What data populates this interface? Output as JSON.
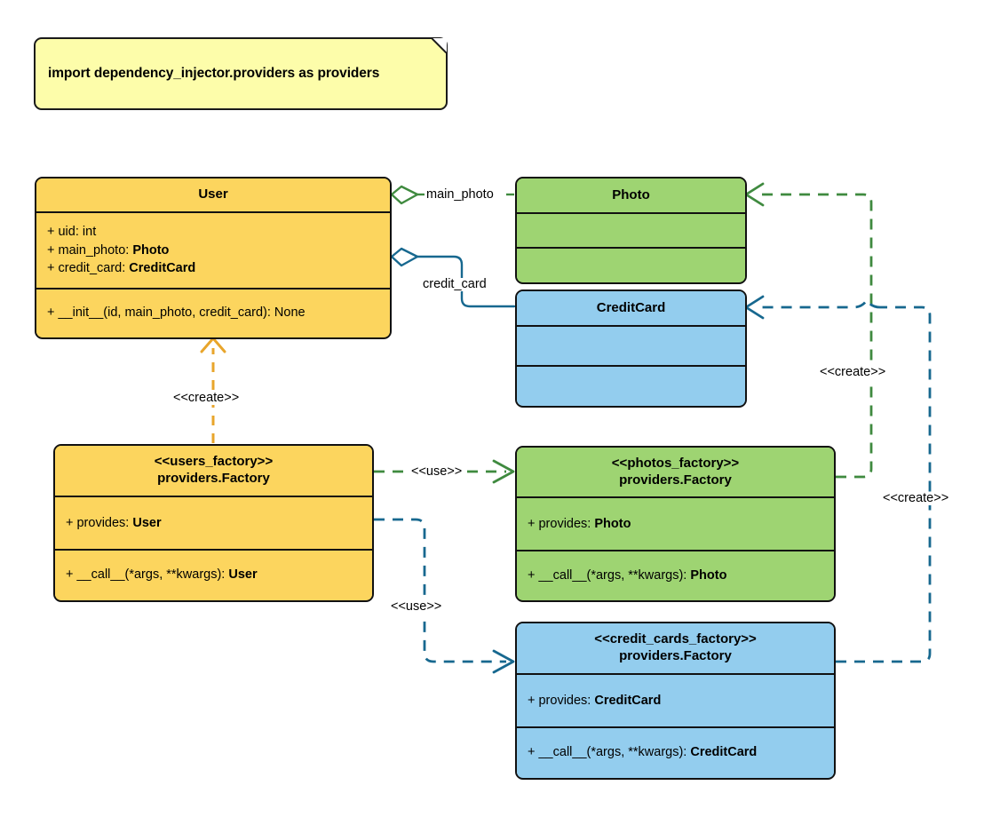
{
  "diagram": {
    "type": "uml-class-diagram",
    "title": "dependency_injector providers factory class diagram",
    "colors": {
      "yellow": "#fcd55e",
      "green": "#9ed472",
      "blue": "#93cdee",
      "note": "#fdfdaa",
      "outline": "#111111",
      "edge_yellow": "#e8a52b",
      "edge_green": "#3f8a3f",
      "edge_blue": "#17688f"
    }
  },
  "note": {
    "name": "import-note",
    "text": "import dependency_injector.providers as providers"
  },
  "classes": [
    {
      "id": "user",
      "name": "User",
      "stereotype": "",
      "color": "yellow",
      "attributes": [
        {
          "text": "+ uid: int",
          "plain": "+ uid: ",
          "bold": ""
        },
        {
          "text": "+ main_photo: Photo",
          "plain": "+ main_photo: ",
          "bold": "Photo"
        },
        {
          "text": "+ credit_card: CreditCard",
          "plain": "+ credit_card: ",
          "bold": "CreditCard"
        }
      ],
      "methods": [
        {
          "text": "+ __init__(id, main_photo, credit_card): None",
          "plain": "+ __init__(id, main_photo, credit_card): None",
          "bold": ""
        }
      ]
    },
    {
      "id": "photo",
      "name": "Photo",
      "stereotype": "",
      "color": "green",
      "attributes": [],
      "methods": []
    },
    {
      "id": "credit_card",
      "name": "CreditCard",
      "stereotype": "",
      "color": "blue",
      "attributes": [],
      "methods": []
    },
    {
      "id": "users_factory",
      "name": "providers.Factory",
      "stereotype": "<<users_factory>>",
      "color": "yellow",
      "attributes": [
        {
          "text": "+ provides: User",
          "plain": "+ provides: ",
          "bold": "User"
        }
      ],
      "methods": [
        {
          "text": "+ __call__(*args, **kwargs): User",
          "plain": "+ __call__(*args, **kwargs): ",
          "bold": "User"
        }
      ]
    },
    {
      "id": "photos_factory",
      "name": "providers.Factory",
      "stereotype": "<<photos_factory>>",
      "color": "green",
      "attributes": [
        {
          "text": "+ provides: Photo",
          "plain": "+ provides: ",
          "bold": "Photo"
        }
      ],
      "methods": [
        {
          "text": "+ __call__(*args, **kwargs): Photo",
          "plain": "+ __call__(*args, **kwargs): ",
          "bold": "Photo"
        }
      ]
    },
    {
      "id": "credit_cards_factory",
      "name": "providers.Factory",
      "stereotype": "<<credit_cards_factory>>",
      "color": "blue",
      "attributes": [
        {
          "text": "+ provides: CreditCard",
          "plain": "+ provides: ",
          "bold": "CreditCard"
        }
      ],
      "methods": [
        {
          "text": "+ __call__(*args, **kwargs): CreditCard",
          "plain": "+ __call__(*args, **kwargs): ",
          "bold": "CreditCard"
        }
      ]
    }
  ],
  "edges": [
    {
      "id": "user-main_photo-photo",
      "label": "main_photo",
      "kind": "aggregation",
      "color": "#3f8a3f",
      "from": "user",
      "to": "photo"
    },
    {
      "id": "user-credit_card-creditcard",
      "label": "credit_card",
      "kind": "aggregation",
      "color": "#17688f",
      "from": "user",
      "to": "credit_card"
    },
    {
      "id": "usersfactory-create-user",
      "label": "<<create>>",
      "kind": "dependency",
      "color": "#e8a52b",
      "from": "users_factory",
      "to": "user"
    },
    {
      "id": "usersfactory-use-photosfactory",
      "label": "<<use>>",
      "kind": "dependency",
      "color": "#3f8a3f",
      "from": "users_factory",
      "to": "photos_factory"
    },
    {
      "id": "usersfactory-use-ccfactory",
      "label": "<<use>>",
      "kind": "dependency",
      "color": "#17688f",
      "from": "users_factory",
      "to": "credit_cards_factory"
    },
    {
      "id": "photosfactory-create-photo",
      "label": "<<create>>",
      "kind": "dependency",
      "color": "#3f8a3f",
      "from": "photos_factory",
      "to": "photo"
    },
    {
      "id": "ccfactory-create-creditcard",
      "label": "<<create>>",
      "kind": "dependency",
      "color": "#17688f",
      "from": "credit_cards_factory",
      "to": "credit_card"
    }
  ]
}
